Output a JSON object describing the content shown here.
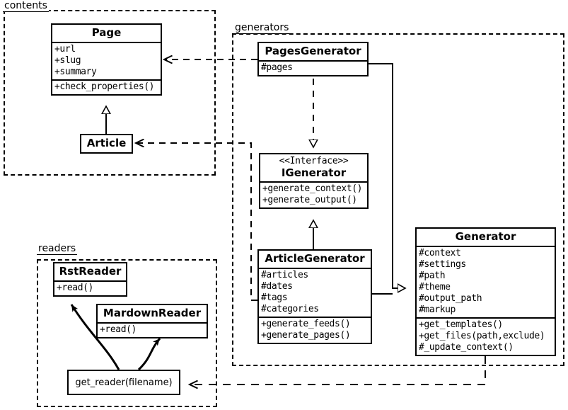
{
  "diagram": {
    "title": "Pelican static site generator class diagram",
    "kind": "uml-class-diagram",
    "background": "#ffffff",
    "stroke": "#000000"
  },
  "packages": [
    {
      "id": "contents",
      "label": "contents"
    },
    {
      "id": "generators",
      "label": "generators"
    },
    {
      "id": "readers",
      "label": "readers"
    }
  ],
  "classes": {
    "page": {
      "name": "Page",
      "attributes": [
        "+url",
        "+slug",
        "+summary"
      ],
      "methods": [
        "+check_properties()"
      ]
    },
    "article": {
      "name": "Article",
      "attributes": [],
      "methods": []
    },
    "pages_generator": {
      "name": "PagesGenerator",
      "attributes": [
        "#pages"
      ],
      "methods": []
    },
    "igenerator": {
      "stereotype": "<<Interface>>",
      "name": "IGenerator",
      "attributes": [],
      "methods": [
        "+generate_context()",
        "+generate_output()"
      ]
    },
    "article_generator": {
      "name": "ArticleGenerator",
      "attributes": [
        "#articles",
        "#dates",
        "#tags",
        "#categories"
      ],
      "methods": [
        "+generate_feeds()",
        "+generate_pages()"
      ]
    },
    "generator": {
      "name": "Generator",
      "attributes": [
        "#context",
        "#settings",
        "#path",
        "#theme",
        "#output_path",
        "#markup"
      ],
      "methods": [
        "+get_templates()",
        "+get_files(path,exclude)",
        "#_update_context()"
      ]
    },
    "rst_reader": {
      "name": "RstReader",
      "attributes": [],
      "methods": [
        "+read()"
      ]
    },
    "mardown_reader": {
      "name": "MardownReader",
      "attributes": [],
      "methods": [
        "+read()"
      ]
    },
    "get_reader": {
      "name": "get_reader(filename)"
    }
  },
  "relations": [
    {
      "id": "article-page",
      "from": "Article",
      "to": "Page",
      "type": "generalization",
      "style": "solid",
      "arrow": "hollow-triangle"
    },
    {
      "id": "pagesgenerator-page",
      "from": "PagesGenerator",
      "to": "Page",
      "type": "dependency",
      "style": "dashed",
      "arrow": "open"
    },
    {
      "id": "articlegenerator-article",
      "from": "ArticleGenerator",
      "to": "Article",
      "type": "dependency",
      "style": "dashed",
      "arrow": "open"
    },
    {
      "id": "pagesgenerator-igenerator",
      "from": "PagesGenerator",
      "to": "IGenerator",
      "type": "realization",
      "style": "dashed",
      "arrow": "hollow-triangle"
    },
    {
      "id": "articlegenerator-igenerator",
      "from": "ArticleGenerator",
      "to": "IGenerator",
      "type": "generalization",
      "style": "solid",
      "arrow": "hollow-triangle"
    },
    {
      "id": "pagesgenerator-generator",
      "from": "PagesGenerator",
      "to": "Generator",
      "type": "generalization",
      "style": "solid",
      "arrow": "hollow-triangle"
    },
    {
      "id": "articlegenerator-generator",
      "from": "ArticleGenerator",
      "to": "Generator",
      "type": "generalization",
      "style": "solid",
      "arrow": "hollow-triangle"
    },
    {
      "id": "generator-getreader",
      "from": "Generator",
      "to": "get_reader(filename)",
      "type": "dependency",
      "style": "dashed",
      "arrow": "open"
    },
    {
      "id": "getreader-rstreader",
      "from": "get_reader(filename)",
      "to": "RstReader",
      "type": "creates",
      "style": "solid-curved",
      "arrow": "filled"
    },
    {
      "id": "getreader-mardownreader",
      "from": "get_reader(filename)",
      "to": "MardownReader",
      "type": "creates",
      "style": "solid-curved",
      "arrow": "filled"
    }
  ]
}
